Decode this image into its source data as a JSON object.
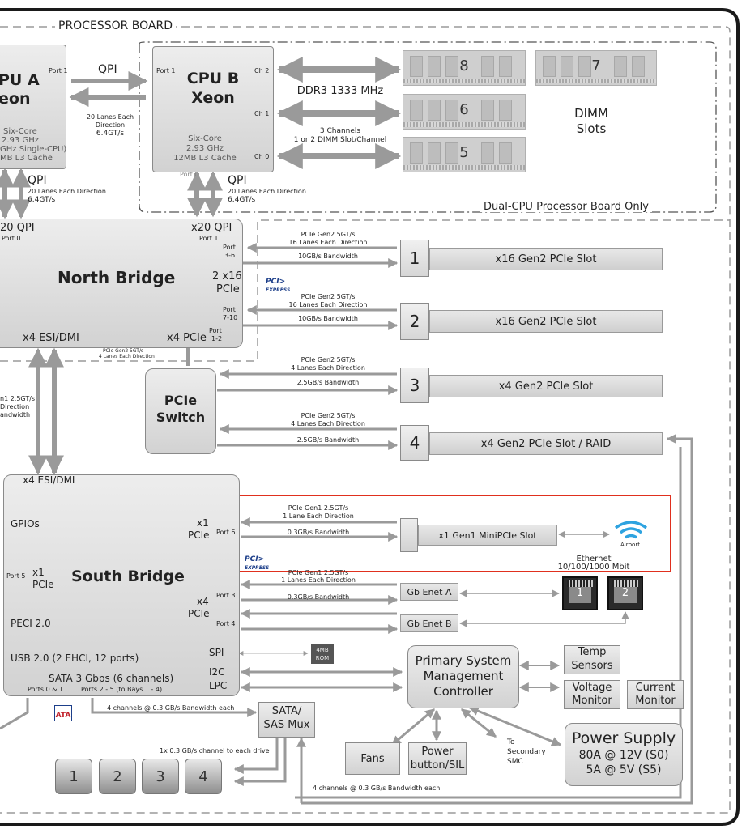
{
  "board": {
    "processor_board": "PROCESSOR BOARD",
    "dual_cpu_note": "Dual-CPU Processor Board Only"
  },
  "cpu_a": {
    "port": "Port 1",
    "title1": "PU A",
    "title2": "eon",
    "spec1": "Six-Core",
    "spec2": "2.93 GHz",
    "spec3": "GHz Single-CPU)",
    "spec4": "MB L3 Cache"
  },
  "cpu_b": {
    "port1": "Port 1",
    "port0": "Port 0",
    "title1": "CPU B",
    "title2": "Xeon",
    "spec1": "Six-Core",
    "spec2": "2.93 GHz",
    "spec3": "12MB L3 Cache",
    "ch2": "Ch 2",
    "ch1": "Ch 1",
    "ch0": "Ch 0"
  },
  "qpi": {
    "top_label": "QPI",
    "top_sub1": "20 Lanes Each",
    "top_sub2": "Direction",
    "top_sub3": "6.4GT/s",
    "left_label": "QPI",
    "left_sub1": "20 Lanes Each Direction",
    "left_sub2": "6.4GT/s",
    "right_label": "QPI",
    "right_sub1": "20 Lanes Each Direction",
    "right_sub2": "6.4GT/s"
  },
  "memory": {
    "type": "DDR3 1333 MHz",
    "channels1": "3 Channels",
    "channels2": "1 or 2 DIMM Slot/Channel",
    "slots_label1": "DIMM",
    "slots_label2": "Slots",
    "dimms": [
      "8",
      "7",
      "6",
      "5"
    ]
  },
  "north_bridge": {
    "title": "North Bridge",
    "qpi_left": "20 QPI",
    "port0": "Port 0",
    "qpi_right": "x20 QPI",
    "port1": "Port 1",
    "port36a": "Port",
    "port36b": "3-6",
    "x16a": "2 x16",
    "x16b": "PCIe",
    "port710a": "Port",
    "port710b": "7-10",
    "esi": "x4 ESI/DMI",
    "x4pcie": "x4 PCIe",
    "port12a": "Port",
    "port12b": "1-2",
    "nb_link1": "PCIe Gen2 5GT/s",
    "nb_link2": "4 Lanes Each Direction"
  },
  "pcie_slots": [
    {
      "num": "1",
      "label": "x16 Gen2 PCIe Slot",
      "speed": "PCIe Gen2 5GT/s",
      "lanes": "16 Lanes Each Direction",
      "bw": "10GB/s Bandwidth"
    },
    {
      "num": "2",
      "label": "x16 Gen2 PCIe Slot",
      "speed": "PCIe Gen2 5GT/s",
      "lanes": "16 Lanes Each Direction",
      "bw": "10GB/s Bandwidth"
    },
    {
      "num": "3",
      "label": "x4 Gen2 PCIe Slot",
      "speed": "PCIe Gen2 5GT/s",
      "lanes": "4 Lanes Each Direction",
      "bw": "2.5GB/s Bandwidth"
    },
    {
      "num": "4",
      "label": "x4 Gen2 PCIe Slot / RAID",
      "speed": "PCIe Gen2 5GT/s",
      "lanes": "4 Lanes Each Direction",
      "bw": "2.5GB/s Bandwidth"
    }
  ],
  "pcie_badge1": "PCI",
  "pcie_badge2": "EXPRESS",
  "pcie_switch": {
    "line1": "PCIe",
    "line2": "Switch"
  },
  "left_link": {
    "l1": "n1 2.5GT/s",
    "l2": "Direction",
    "l3": "andwidth"
  },
  "south_bridge": {
    "title": "South Bridge",
    "esi": "x4 ESI/DMI",
    "gpios": "GPIOs",
    "x1a": "x1",
    "x1b": "PCIe",
    "port6": "Port 6",
    "port5": "Port 5",
    "x1left_a": "x1",
    "x1left_b": "PCIe",
    "x4a": "x4",
    "x4b": "PCIe",
    "port3": "Port 3",
    "port4": "Port 4",
    "peci": "PECI 2.0",
    "usb": "USB 2.0  (2 EHCI, 12 ports)",
    "spi": "SPI",
    "i2c": "I2C",
    "lpc": "LPC",
    "sata": "SATA 3 Gbps (6 channels)",
    "ports01": "Ports 0 & 1",
    "ports25": "Ports 2 - 5 (to Bays 1 - 4)"
  },
  "minipcie": {
    "speed": "PCIe Gen1 2.5GT/s",
    "lanes": "1 Lane Each Direction",
    "bw": "0.3GB/s Bandwidth",
    "slot": "x1 Gen1 MiniPCIe Slot",
    "airport": "Airport"
  },
  "ethernet": {
    "title1": "Ethernet",
    "title2": "10/100/1000 Mbit",
    "speed": "PCIe Gen1 2.5GT/s",
    "lanes": "1 Lanes Each Direction",
    "bw": "0.3GB/s Bandwidth",
    "enet_a": "Gb Enet A",
    "enet_b": "Gb Enet B",
    "jack1": "1",
    "jack2": "2"
  },
  "rom": {
    "l1": "4MB",
    "l2": "ROM"
  },
  "smc": {
    "l1": "Primary System",
    "l2": "Management",
    "l3": "Controller"
  },
  "temp": {
    "l1": "Temp",
    "l2": "Sensors"
  },
  "voltage": {
    "l1": "Voltage",
    "l2": "Monitor"
  },
  "current": {
    "l1": "Current",
    "l2": "Monitor"
  },
  "fans": "Fans",
  "power_button": {
    "l1": "Power",
    "l2": "button/SIL"
  },
  "secondary_smc": {
    "l1": "To",
    "l2": "Secondary",
    "l3": "SMC"
  },
  "power_supply": {
    "title": "Power Supply",
    "l1": "80A @ 12V (S0)",
    "l2": "5A @ 5V (S5)"
  },
  "sata_mux": {
    "l1": "SATA/",
    "l2": "SAS Mux"
  },
  "sata_logo": "ATA",
  "sata_bw_top": "4 channels @ 0.3 GB/s Bandwidth each",
  "sata_bw_drive": "1x 0.3 GB/s channel to each drive",
  "sata_bw_bottom": "4 channels @ 0.3 GB/s Bandwidth each",
  "drives": [
    "1",
    "2",
    "3",
    "4"
  ],
  "colors": {
    "highlight": "#e0301e",
    "arrow": "#9a9a9a",
    "frame": "#1a1a1a"
  }
}
